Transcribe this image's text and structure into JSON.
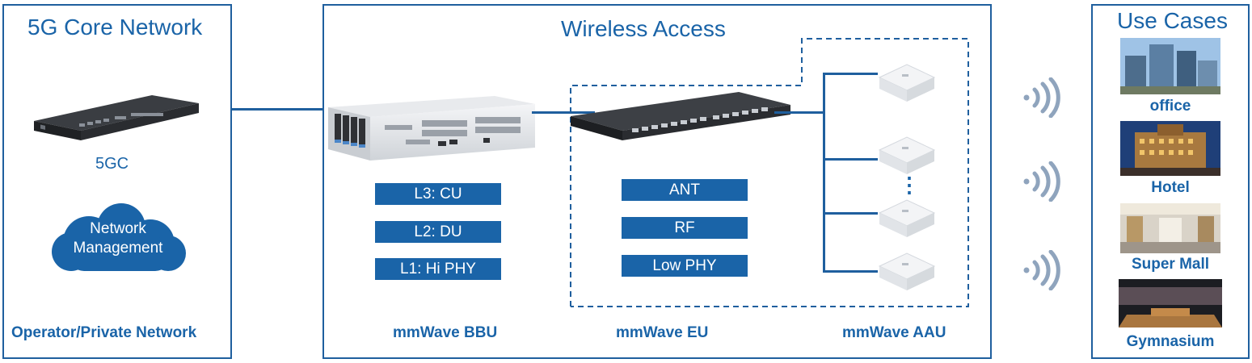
{
  "core": {
    "title": "5G Core Network",
    "device_label": "5GC",
    "cloud_line1": "Network",
    "cloud_line2": "Management",
    "footer": "Operator/Private Network"
  },
  "access": {
    "title": "Wireless Access",
    "bbu_layers": [
      "L3: CU",
      "L2: DU",
      "L1: Hi PHY"
    ],
    "eu_layers": [
      "ANT",
      "RF",
      "Low PHY"
    ],
    "bbu_label": "mmWave BBU",
    "eu_label": "mmWave EU",
    "aau_label": "mmWave AAU",
    "aau_ellipsis": "⋮"
  },
  "usecases": {
    "title": "Use Cases",
    "items": [
      "office",
      "Hotel",
      "Super Mall",
      "Gymnasium"
    ]
  },
  "colors": {
    "accent": "#1a64a8",
    "border": "#1f5f9e",
    "signal": "#8fa4bd"
  }
}
